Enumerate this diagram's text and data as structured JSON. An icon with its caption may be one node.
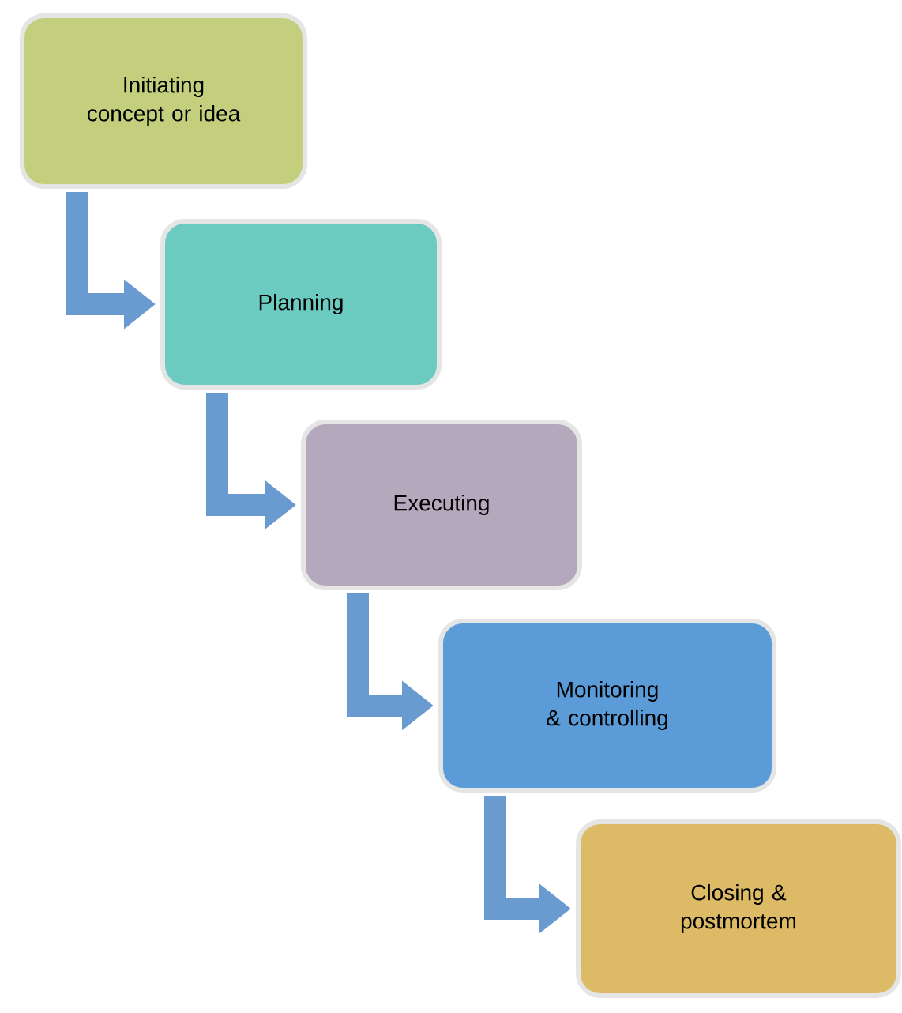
{
  "diagram": {
    "nodes": [
      {
        "text": [
          "Initiating concept or idea"
        ]
      },
      {
        "text": [
          "Planning"
        ]
      },
      {
        "text": [
          "Executing"
        ]
      },
      {
        "text": [
          "Monitoring & controlling"
        ]
      },
      {
        "text": [
          "Closing & postmortem"
        ]
      }
    ],
    "edges": [
      {
        "from": 0,
        "to": 1,
        "arrow": "to"
      },
      {
        "from": 1,
        "to": 2,
        "arrow": "to"
      },
      {
        "from": 2,
        "to": 3,
        "arrow": "to"
      },
      {
        "from": 3,
        "to": 4,
        "arrow": "to"
      }
    ]
  }
}
